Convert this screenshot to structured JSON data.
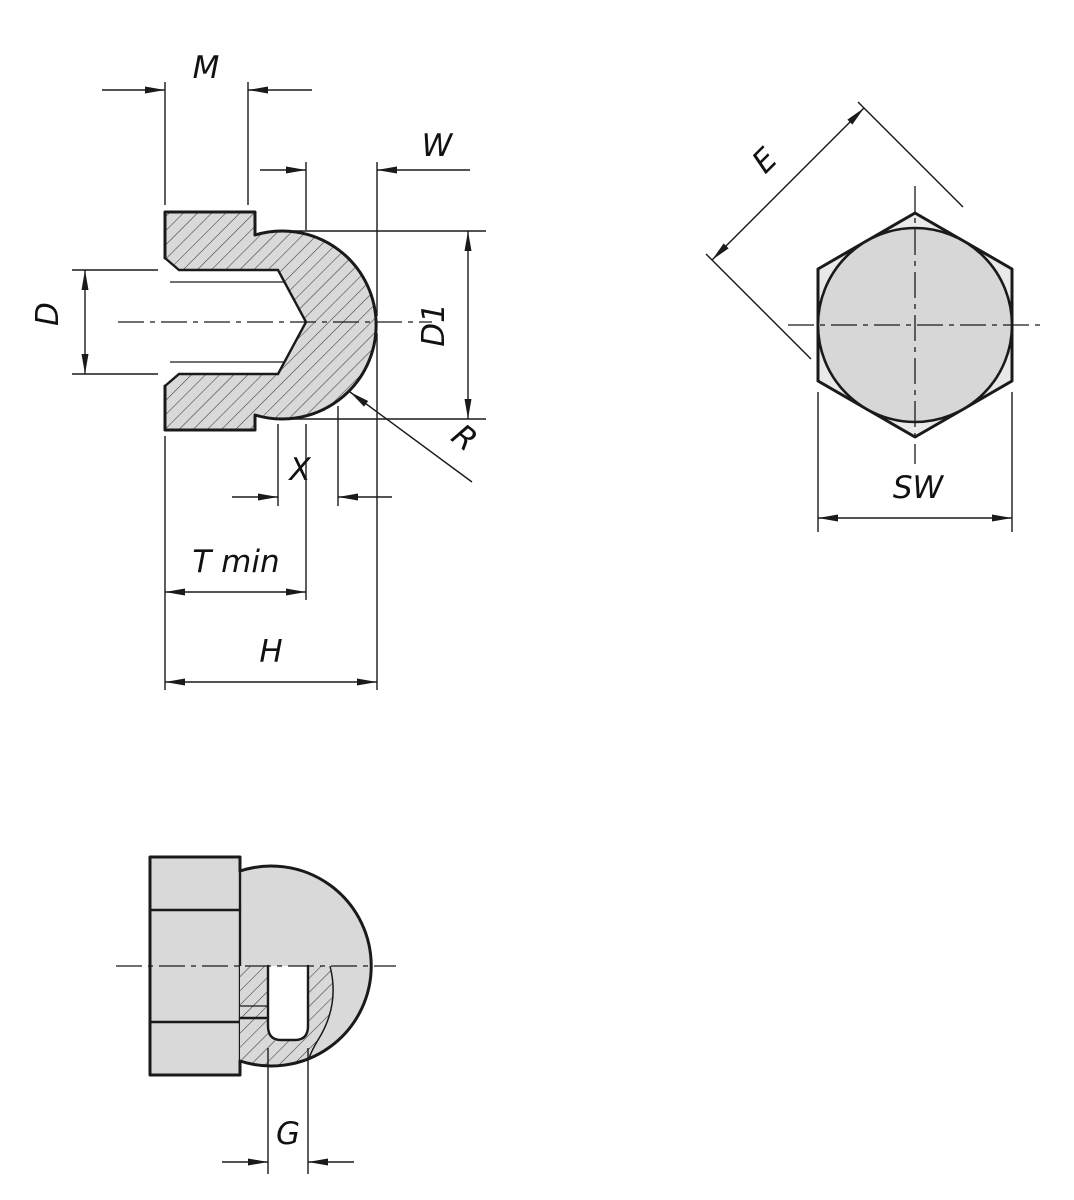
{
  "drawing": {
    "kind": "technical-drawing",
    "subject": "hexagon cap nut, three views",
    "colors": {
      "line": "#1a1a1a",
      "surface": "#d9d9d9",
      "hex_face": "#e9e9e9",
      "dome_face": "#d7d7d7",
      "background": "#ffffff"
    },
    "views": {
      "front_section": {
        "labels": {
          "thread_size": "M",
          "wall": "W",
          "bore": "D",
          "cap_dia": "D1",
          "radius": "R",
          "clearance": "X",
          "thread_depth": "T min",
          "height": "H"
        }
      },
      "end_view": {
        "labels": {
          "across_corners": "E",
          "width_across_flats": "SW"
        }
      },
      "side_section": {
        "labels": {
          "undercut": "G"
        }
      }
    }
  }
}
